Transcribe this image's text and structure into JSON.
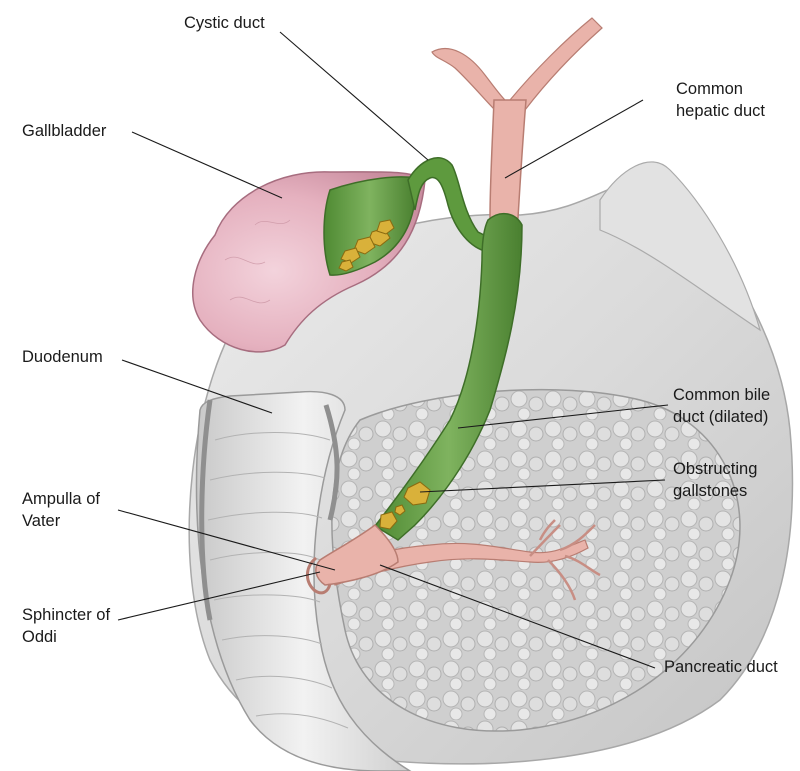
{
  "labels": {
    "cystic_duct": "Cystic duct",
    "common_hepatic_duct_1": "Common",
    "common_hepatic_duct_2": "hepatic duct",
    "gallbladder": "Gallbladder",
    "duodenum": "Duodenum",
    "common_bile_duct_1": "Common bile",
    "common_bile_duct_2": "duct (dilated)",
    "obstructing_gallstones_1": "Obstructing",
    "obstructing_gallstones_2": "gallstones",
    "ampulla_of_vater_1": "Ampulla of",
    "ampulla_of_vater_2": "Vater",
    "sphincter_of_oddi_1": "Sphincter of",
    "sphincter_of_oddi_2": "Oddi",
    "pancreatic_duct": "Pancreatic duct"
  },
  "colors": {
    "bile_green": "#5e9a3e",
    "duct_pink": "#e9b3aa",
    "gallbladder_pink": "#e6b6c3",
    "stone_gold": "#d9b13a",
    "tissue_gray": "#d6d6d6"
  }
}
